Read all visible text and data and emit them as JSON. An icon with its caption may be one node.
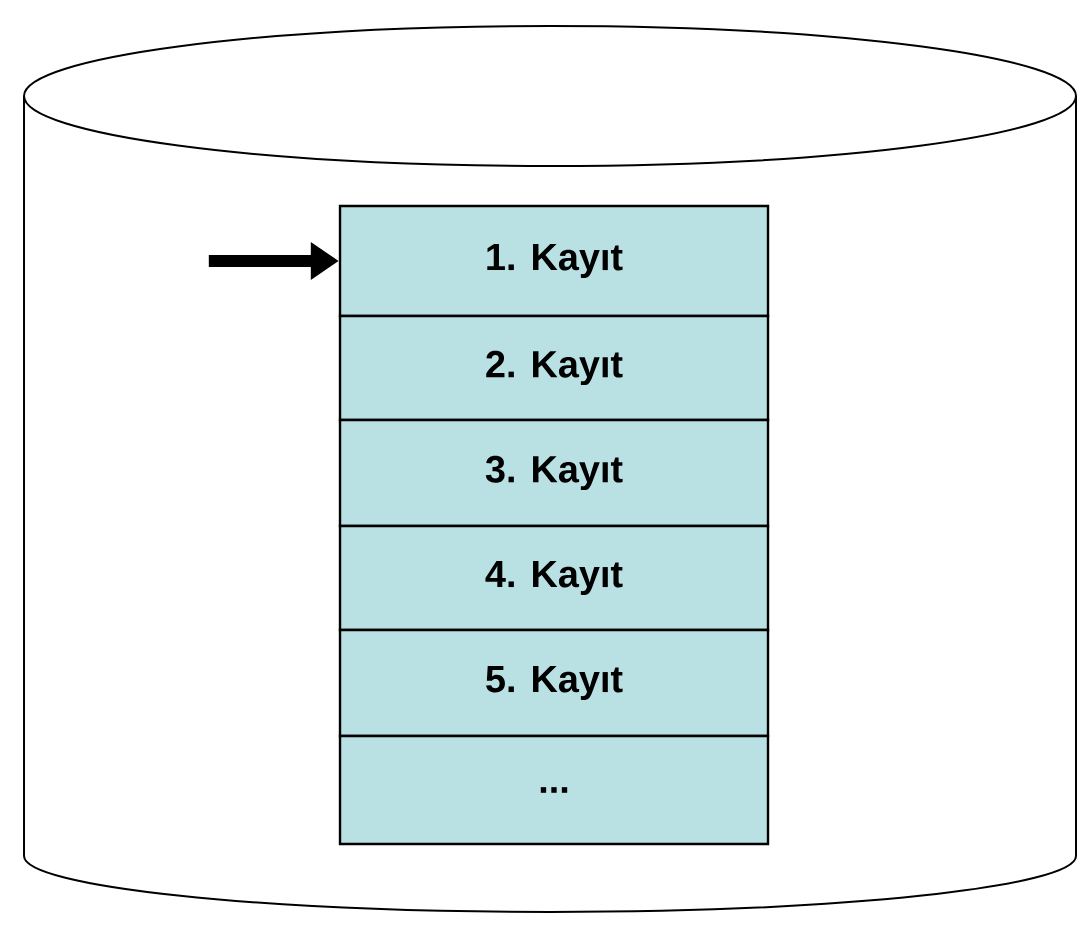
{
  "diagram": {
    "nodes": [
      {
        "text": [],
        "shape": "cylinder"
      },
      {
        "text": [
          "1. Kayıt"
        ],
        "in": 0
      },
      {
        "text": [
          "2. Kayıt"
        ],
        "in": 0
      },
      {
        "text": [
          "3. Kayıt"
        ],
        "in": 0
      },
      {
        "text": [
          "4. Kayıt"
        ],
        "in": 0
      },
      {
        "text": [
          "5. Kayıt"
        ],
        "in": 0
      },
      {
        "text": [
          "..."
        ],
        "in": 0
      }
    ],
    "edges": [
      {
        "from": null,
        "to": 1,
        "arrow": "to"
      }
    ]
  }
}
